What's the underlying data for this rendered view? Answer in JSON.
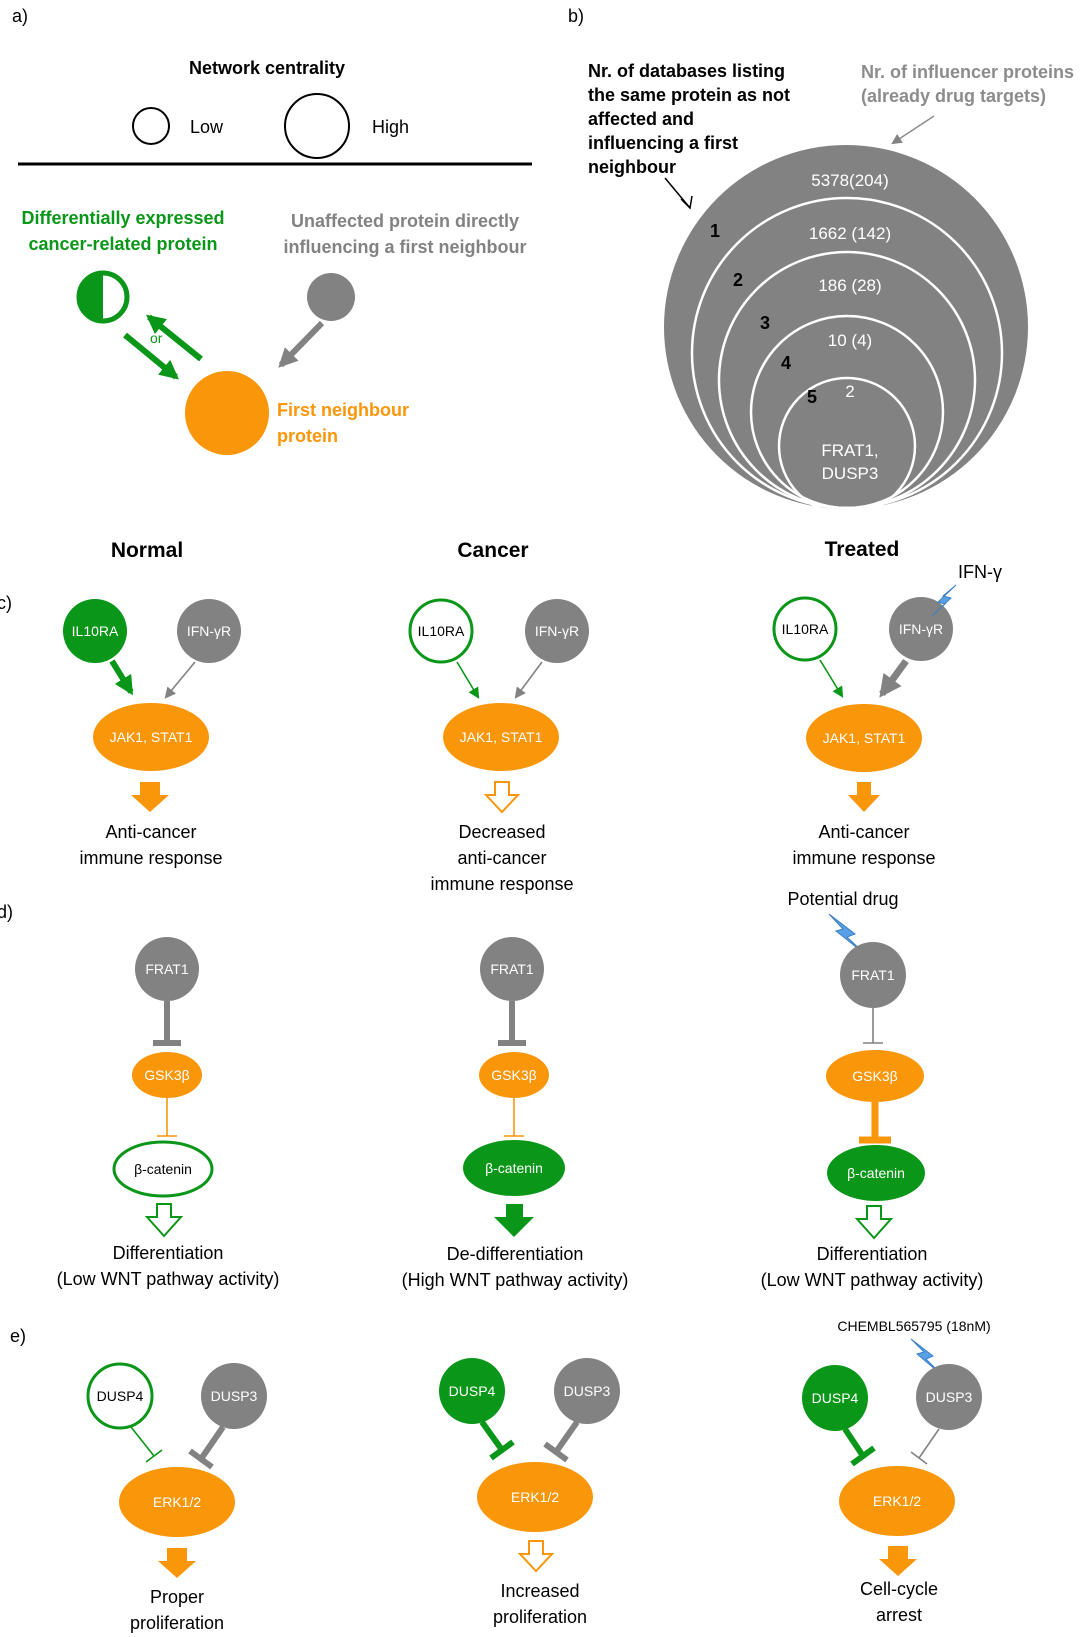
{
  "colors": {
    "green": "#0a9618",
    "gray": "#828282",
    "orange": "#f9960a",
    "black": "#000000",
    "bolt": "#5aa0e6"
  },
  "panel_labels": {
    "a": "a)",
    "b": "b)",
    "c": "c)",
    "d": "d)",
    "e": "e)"
  },
  "panel_a": {
    "title": "Network centrality",
    "low": "Low",
    "high": "High",
    "green_label_1": "Differentially expressed",
    "green_label_2": "cancer-related protein",
    "gray_label_1": "Unaffected protein directly",
    "gray_label_2": "influencing a first neighbour",
    "or": "or",
    "orange_label_1": "First neighbour",
    "orange_label_2": "protein"
  },
  "panel_b": {
    "left_label": [
      "Nr. of databases listing",
      "the same protein as not",
      "affected and",
      "influencing a first",
      "neighbour"
    ],
    "right_label": [
      "Nr. of influencer proteins",
      "(already drug targets)"
    ],
    "levels": [
      "1",
      "2",
      "3",
      "4",
      "5"
    ],
    "counts": [
      "5378(204)",
      "1662 (142)",
      "186 (28)",
      "10 (4)",
      "2"
    ],
    "inner_1": "FRAT1,",
    "inner_2": "DUSP3"
  },
  "columns": {
    "normal": "Normal",
    "cancer": "Cancer",
    "treated": "Treated"
  },
  "panel_c": {
    "il10ra": "IL10RA",
    "ifngr": "IFN-γR",
    "jak": "JAK1, STAT1",
    "ifng": "IFN-γ",
    "normal_out": [
      "Anti-cancer",
      "immune response"
    ],
    "cancer_out": [
      "Decreased",
      "anti-cancer",
      "immune response"
    ],
    "treated_out": [
      "Anti-cancer",
      "immune response"
    ]
  },
  "panel_d": {
    "frat1": "FRAT1",
    "gsk": "GSK3β",
    "bcat": "β-catenin",
    "potential_drug": "Potential drug",
    "normal_out": [
      "Differentiation",
      "(Low WNT pathway activity)"
    ],
    "cancer_out": [
      "De-differentiation",
      "(High WNT pathway activity)"
    ],
    "treated_out": [
      "Differentiation",
      "(Low WNT pathway activity)"
    ]
  },
  "panel_e": {
    "dusp4": "DUSP4",
    "dusp3": "DUSP3",
    "erk": "ERK1/2",
    "chembl": "CHEMBL565795 (18nM)",
    "normal_out": [
      "Proper",
      "proliferation"
    ],
    "cancer_out": [
      "Increased",
      "proliferation"
    ],
    "treated_out": [
      "Cell-cycle",
      "arrest"
    ]
  }
}
